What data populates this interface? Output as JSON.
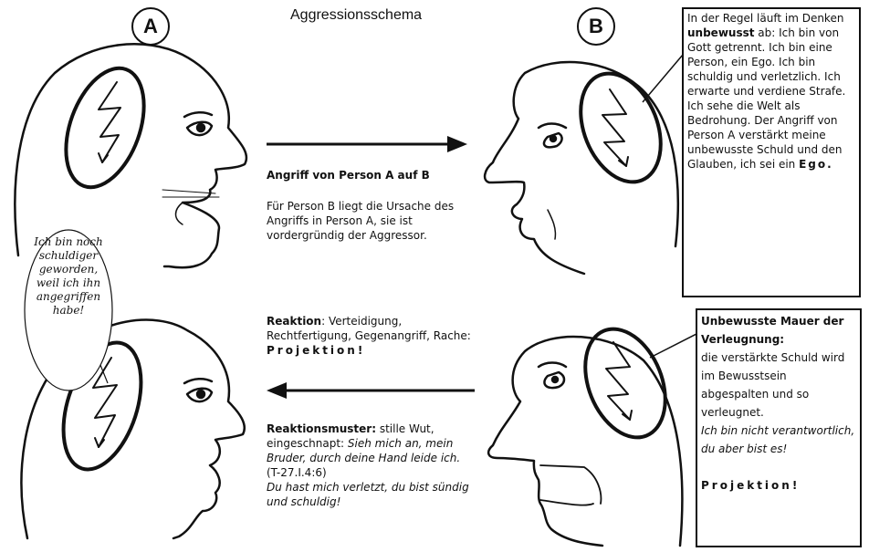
{
  "title": "Aggressionsschema",
  "label_a": "A",
  "label_b": "B",
  "attack": {
    "heading": "Angriff von Person A auf B",
    "text": "Für Person B liegt die Ursache des Angriffs in Person A, sie ist vordergründig der Aggressor."
  },
  "reaction": {
    "label": "Reaktion",
    "text": ": Verteidigung, Rechtfertigung, Gegenangriff, Rache: ",
    "emphasis": "Projektion!"
  },
  "pattern": {
    "label": "Reaktionsmuster:",
    "text": " stille Wut, eingeschnapt: ",
    "quote": "Sieh mich an, mein Bruder, durch deine Hand leide ich.",
    "ref": "(T-27.I.4:6)",
    "accusation": "Du hast mich verletzt, du bist sündig und schuldig!"
  },
  "speech_a": "Ich bin noch schuldiger geworden, weil ich ihn angegriffen habe!",
  "box_top": {
    "t1": "In der Regel läuft im Denken ",
    "bold1": "unbewusst",
    "t2": " ab: Ich bin von Gott getrennt. Ich bin eine Person, ein Ego. Ich bin schuldig und verletzlich. Ich erwarte und verdiene Strafe. Ich sehe die Welt als Bedrohung. Der Angriff von Person A verstärkt meine unbewusste Schuld und den Glauben, ich sei ein ",
    "bold2": "Ego."
  },
  "box_bottom": {
    "heading": "Unbewusste Mauer der Verleugnung:",
    "text": "die verstärkte Schuld wird im Bewusstsein abgespalten und so verleugnet.",
    "quote": "Ich bin nicht verantwortlich, du aber bist es!",
    "emphasis": "Projektion!"
  }
}
